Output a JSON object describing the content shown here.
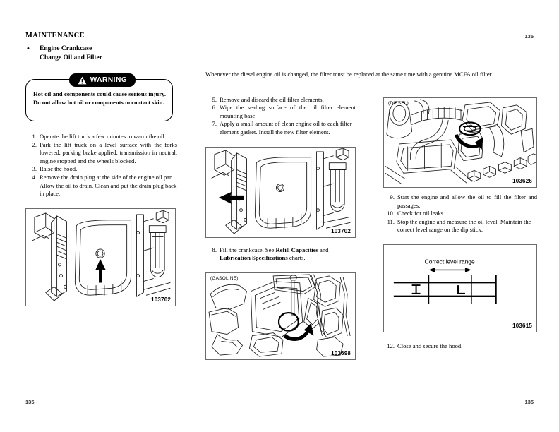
{
  "header": {
    "section_title": "MAINTENANCE",
    "page_number": "135",
    "topic_bullet": "•",
    "topic_line1": "Engine Crankcase",
    "topic_line2": "Change Oil and Filter"
  },
  "footer": {
    "page_number_left": "135",
    "page_number_right": "135"
  },
  "warning": {
    "banner_label": "WARNING",
    "icon": "warning-triangle-icon",
    "text": "Hot oil and components could cause serious injury. Do not allow hot oil or components to contact skin."
  },
  "left_column": {
    "steps": [
      {
        "num": "1.",
        "text": "Operate the lift truck a few minutes to warm the oil."
      },
      {
        "num": "2.",
        "text": "Park the lift truck on a level surface with the forks lowered, parking brake applied, transmission in neutral, engine stopped and the wheels blocked."
      },
      {
        "num": "3.",
        "text": "Raise the hood."
      },
      {
        "num": "4.",
        "text": "Remove the drain plug at the side of the engine oil pan.  Allow the oil to drain.  Clean and put the drain plug back in place."
      }
    ],
    "figure": {
      "code": "103702",
      "tag": "",
      "alt": "oil-pan-drain-plug-illustration"
    }
  },
  "middle_column": {
    "intro": "Whenever the diesel engine oil is changed, the filter must be replaced at the same time with a genuine MCFA oil filter.",
    "steps": [
      {
        "num": "5.",
        "text": "Remove and discard the oil filter elements."
      },
      {
        "num": "6.",
        "text": "Wipe the sealing surface of the oil filter element mounting base."
      },
      {
        "num": "7.",
        "text": "Apply a small amount of clean engine oil to each filter element gasket.  Install the new filter element."
      }
    ],
    "figure_top": {
      "code": "103702",
      "tag": "",
      "alt": "oil-filter-location-illustration"
    },
    "step8": {
      "num": "8.",
      "text_before": "Fill the crankcase. See ",
      "bold1": "Refill Capacities",
      "text_middle": " and ",
      "bold2": "Lubrication Specifications",
      "text_after": " charts."
    },
    "figure_bottom": {
      "code": "103698",
      "tag": "(GASOLINE)",
      "alt": "gasoline-engine-oil-fill-cap-illustration"
    }
  },
  "right_column": {
    "figure_top": {
      "code": "103626",
      "tag": "(DIESEL)",
      "alt": "diesel-engine-oil-fill-cap-illustration"
    },
    "steps": [
      {
        "num": "9.",
        "text": "Start the engine and allow the oil to fill the filter and passages."
      },
      {
        "num": "10.",
        "text": "Check for oil leaks."
      },
      {
        "num": "11.",
        "text": "Stop the engine and measure the oil level. Maintain the correct level range on the dip stick."
      }
    ],
    "figure_dipstick": {
      "code": "103615",
      "label": "Correct level range",
      "alt": "dipstick-correct-level-range-diagram"
    },
    "step12": {
      "num": "12.",
      "text": "Close and secure the hood."
    }
  },
  "colors": {
    "ink": "#000000",
    "paper": "#ffffff",
    "figure_border": "#6b6b6b"
  }
}
